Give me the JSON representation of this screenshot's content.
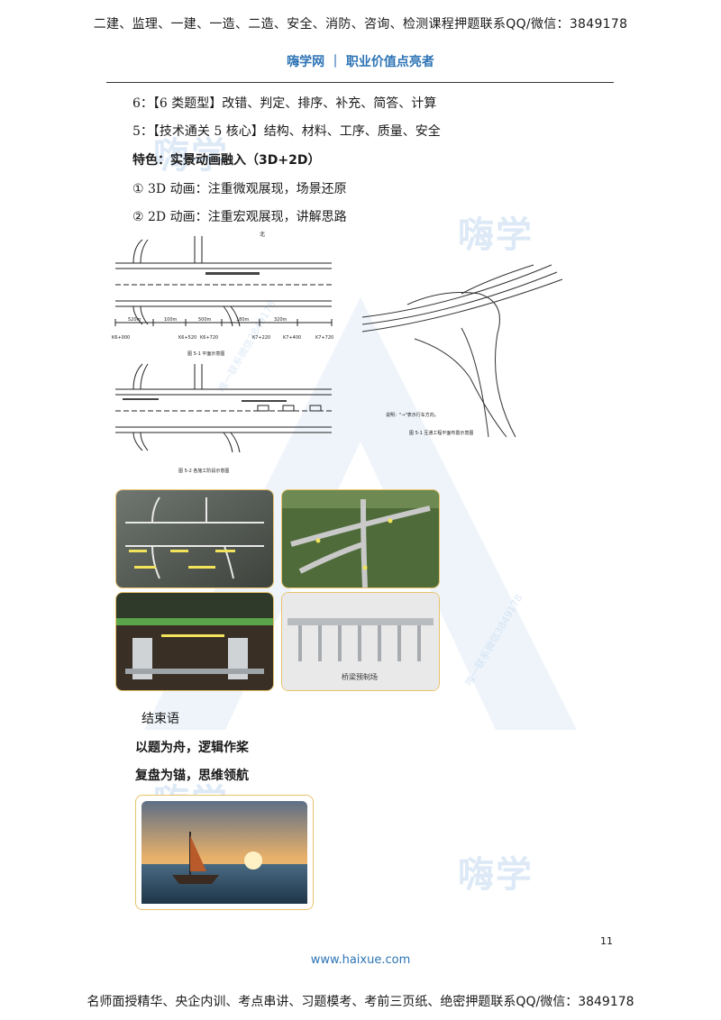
{
  "banner": {
    "top": "二建、监理、一建、一造、二造、安全、消防、咨询、检测课程押题联系QQ/微信：3849178",
    "bottom": "名师面授精华、央企内训、考点串讲、习题模考、考前三页纸、绝密押题联系QQ/微信：3849178"
  },
  "header": {
    "site": "嗨学网 ｜ 职业价值点亮者"
  },
  "body": {
    "line1": "6：【6 类题型】改错、判定、排序、补充、简答、计算",
    "line2": "5：【技术通关 5 核心】结构、材料、工序、质量、安全",
    "feature_title": "特色：实景动画融入（3D+2D）",
    "line3": "① 3D 动画：注重微观展现，场景还原",
    "line4": "② 2D 动画：注重宏观展现，讲解思路",
    "closing_label": "结束语",
    "closing1": "以题为舟，逻辑作桨",
    "closing2": "复盘为锚，思维领航"
  },
  "figures": {
    "plan_left_caption_top": "图 5-1  平面示意图",
    "plan_left_caption_bottom": "图 5-2  各施工阶段示意图",
    "plan_right_caption": "图 5-1  互通工程平面布置示意图",
    "plan_right_note": "说明：\"→\"表示行车方向。",
    "north_label": "北",
    "stations": [
      "K6+000",
      "K6+520",
      "K6+720",
      "K7+220",
      "K7+400",
      "K7+720"
    ],
    "segments": [
      "520m",
      "100m",
      "500m",
      "180m",
      "320m"
    ],
    "bridge_label": "桥梁预制场"
  },
  "watermarks": {
    "brand": "嗨学",
    "contact": "唯一联系微信3849178"
  },
  "footer": {
    "page_number": "11",
    "url": "www.haixue.com"
  },
  "colors": {
    "accent": "#2e74b5",
    "frame": "#e8c36a",
    "watermark": "#9fc3e6"
  }
}
